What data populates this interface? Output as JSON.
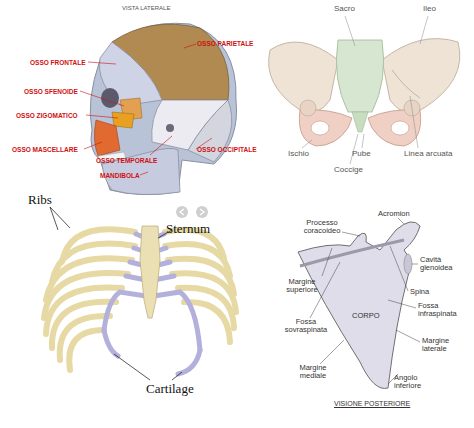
{
  "diagram": {
    "labels": [
      "VISTA LATERALE",
      "OSSO PARIETALE",
      "OSSO FRONTALE",
      "OSSO SFENOIDE",
      "OSSO ZIGOMATICO",
      "OSSO MASCELLARE",
      "OSSO OCCIPITALE",
      "OSSO TEMPORALE",
      "MANDIBOLA",
      "Sacro",
      "Ileo",
      "Ischio",
      "Pube",
      "Linea arcuata",
      "Coccige",
      "Ribs",
      "Sternum",
      "Cartilage",
      "Acromion",
      "Processo coracoideo",
      "Margine superiore",
      "Cavità glenoidea",
      "Spina",
      "Fossa sovraspinata",
      "CORPO",
      "Fossa infraspinata",
      "Margine laterale",
      "Margine mediale",
      "Angolo inferiore",
      "VISIONE POSTERIORE"
    ]
  }
}
